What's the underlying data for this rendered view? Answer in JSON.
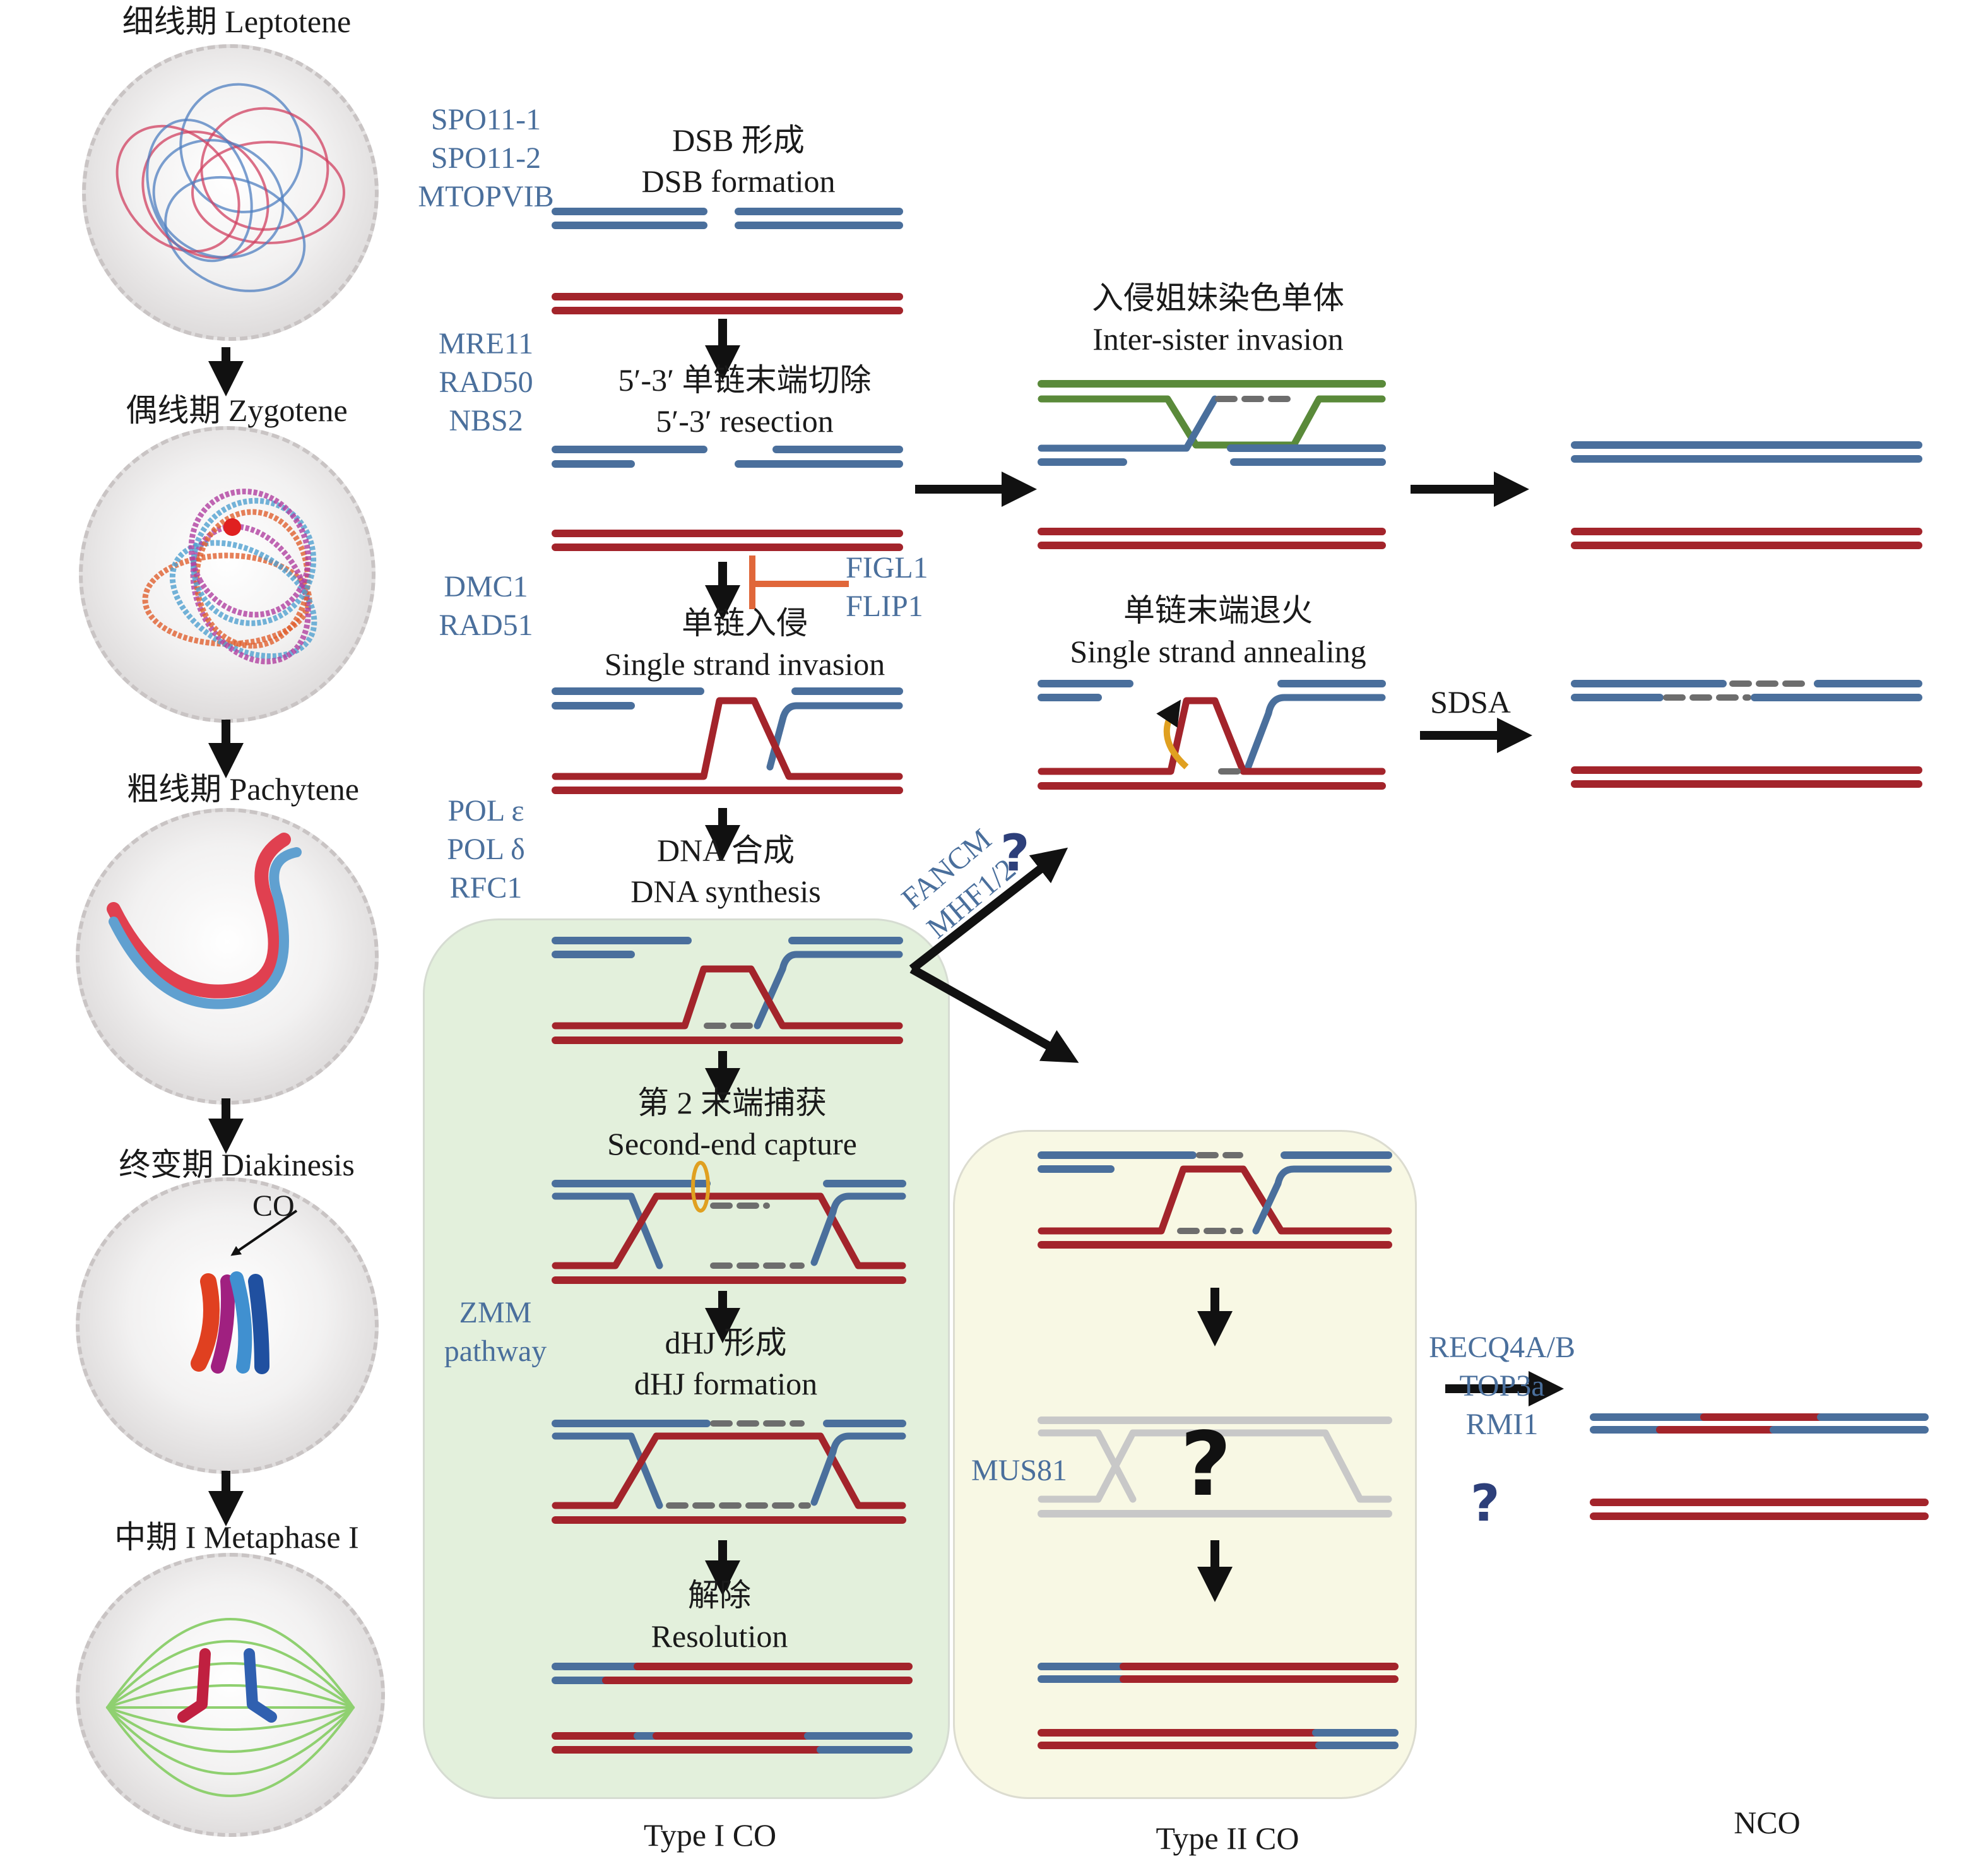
{
  "stages": [
    {
      "zh": "细线期",
      "en": "Leptotene"
    },
    {
      "zh": "偶线期",
      "en": "Zygotene"
    },
    {
      "zh": "粗线期",
      "en": "Pachytene"
    },
    {
      "zh": "终变期",
      "en": "Diakinesis"
    },
    {
      "zh": "中期 I",
      "en": "Metaphase I"
    }
  ],
  "diakinesis_marker": "CO",
  "steps": {
    "dsb": {
      "zh": "DSB 形成",
      "en": "DSB formation",
      "proteins": [
        "SPO11-1",
        "SPO11-2",
        "MTOPVIB"
      ]
    },
    "resection": {
      "zh": "5′-3′ 单链末端切除",
      "en": "5′-3′ resection",
      "proteins": [
        "MRE11",
        "RAD50",
        "NBS2"
      ]
    },
    "invasion": {
      "zh": "单链入侵",
      "en": "Single strand invasion",
      "proteins": [
        "DMC1",
        "RAD51"
      ],
      "inhibitors": [
        "FIGL1",
        "FLIP1"
      ]
    },
    "synthesis": {
      "zh": "DNA 合成",
      "en": "DNA synthesis",
      "proteins": [
        "POL ε",
        "POL δ",
        "RFC1"
      ]
    },
    "second_end": {
      "zh": "第 2 末端捕获",
      "en": "Second-end capture"
    },
    "dhj": {
      "zh": "dHJ 形成",
      "en": "dHJ formation"
    },
    "resolution": {
      "zh": "解除",
      "en": "Resolution"
    },
    "inter_sister": {
      "zh": "入侵姐妹染色单体",
      "en": "Inter-sister invasion"
    },
    "ssa": {
      "zh": "单链末端退火",
      "en": "Single strand annealing"
    }
  },
  "pathway_labels": {
    "sdsa": "SDSA",
    "fancm": [
      "FANCM",
      "MHF1/2"
    ],
    "fancm_question": "?",
    "zmm": [
      "ZMM",
      "pathway"
    ],
    "mus81": "MUS81",
    "recq": [
      "RECQ4A/B",
      "TOP3a",
      "RMI1"
    ],
    "recq_question": "?",
    "type2_question": "?"
  },
  "outcomes": {
    "type1": "Type I CO",
    "type2": "Type II CO",
    "nco": "NCO"
  },
  "colors": {
    "blue_dna": "#4a6f9c",
    "red_dna": "#a3242b",
    "green_dna": "#5a8a3a",
    "protein_text": "#4a6f9c",
    "inhibitor": "#e0673a",
    "zmm_panel": "#e3f0dc",
    "type2_panel": "#f8f8e4",
    "question_mark": "#2d3f7a"
  }
}
